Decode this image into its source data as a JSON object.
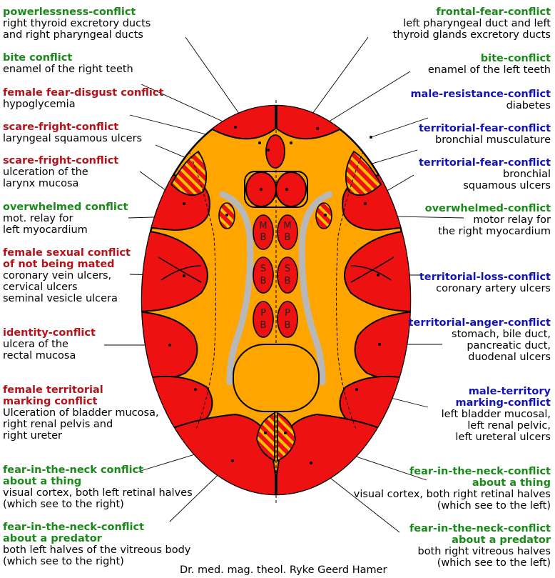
{
  "colors": {
    "red": "#ee1111",
    "orange": "#ffa500",
    "heading_red": "#b5121b",
    "heading_green": "#1a8a1a",
    "heading_blue": "#1414b4",
    "gray_bands": "#b8b8b8"
  },
  "cell_labels": {
    "mb": [
      "M",
      "B"
    ],
    "sb": [
      "S",
      "B"
    ],
    "pb": [
      "P",
      "B"
    ]
  },
  "left_labels": [
    {
      "heading": "powerlessness-conflict",
      "lines": [
        "right thyroid excretory ducts",
        "and right pharyngeal ducts"
      ],
      "color": "green"
    },
    {
      "heading": "bite conflict",
      "lines": [
        "enamel of the right teeth"
      ],
      "color": "green"
    },
    {
      "heading": "female fear-disgust conflict",
      "lines": [
        "hypoglycemia"
      ],
      "color": "red"
    },
    {
      "heading": "scare-fright-conflict",
      "lines": [
        "laryngeal squamous ulcers"
      ],
      "color": "red"
    },
    {
      "heading": "scare-fright-conflict",
      "lines": [
        "ulceration of the",
        "larynx mucosa"
      ],
      "color": "red"
    },
    {
      "heading": "overwhelmed conflict",
      "lines": [
        "mot. relay for",
        "left myocardium"
      ],
      "color": "green"
    },
    {
      "heading": "female sexual conflict\nof not being mated",
      "lines": [
        "coronary vein ulcers,",
        "cervical ulcers",
        "seminal vesicle ulcera"
      ],
      "color": "red"
    },
    {
      "heading": "identity-conflict",
      "lines": [
        "ulcera of the",
        "rectal mucosa"
      ],
      "color": "red"
    },
    {
      "heading": "female territorial\nmarking conflict",
      "lines": [
        "Ulceration of bladder mucosa,",
        "right renal pelvis and",
        "right ureter"
      ],
      "color": "red"
    },
    {
      "heading": "fear-in-the-neck conflict\nabout a thing",
      "lines": [
        "visual cortex, both left retinal halves",
        "(which see to the right)"
      ],
      "color": "green"
    },
    {
      "heading": "fear-in-the-neck-conflict\nabout a predator",
      "lines": [
        "both left halves of the vitreous body",
        "(which see to the right)"
      ],
      "color": "green"
    }
  ],
  "right_labels": [
    {
      "heading": "frontal-fear-conflict",
      "lines": [
        "left pharyngeal duct and left",
        "thyroid glands excretory ducts"
      ],
      "color": "green"
    },
    {
      "heading": "bite-conflict",
      "lines": [
        "enamel of the left teeth"
      ],
      "color": "green"
    },
    {
      "heading": "male-resistance-conflict",
      "lines": [
        "diabetes"
      ],
      "color": "blue"
    },
    {
      "heading": "territorial-fear-conflict",
      "lines": [
        "bronchial musculature"
      ],
      "color": "blue"
    },
    {
      "heading": "territorial-fear-conflict",
      "lines": [
        "bronchial",
        "squamous ulcers"
      ],
      "color": "blue"
    },
    {
      "heading": "overwhelmed-conflict",
      "lines": [
        "motor relay for",
        "the right myocardium"
      ],
      "color": "green"
    },
    {
      "heading": "territorial-loss-conflict",
      "lines": [
        "coronary artery ulcers"
      ],
      "color": "blue"
    },
    {
      "heading": "territorial-anger-conflict",
      "lines": [
        "stomach, bile duct,",
        "pancreatic duct,",
        "duodenal ulcers"
      ],
      "color": "blue"
    },
    {
      "heading": "male-territory\nmarking-conflict",
      "lines": [
        "left bladder mucosal,",
        "left renal pelvic,",
        "left ureteral ulcers"
      ],
      "color": "blue"
    },
    {
      "heading": "fear-in-the-neck-conflict\nabout a thing",
      "lines": [
        "visual cortex, both right retinal halves",
        "(which see to the left)"
      ],
      "color": "green"
    },
    {
      "heading": "fear-in-the-neck-conflict\nabout a predator",
      "lines": [
        "both right vitreous halves",
        "(which see to the left)"
      ],
      "color": "green"
    }
  ],
  "caption": "Dr. med. mag. theol. Ryke Geerd Hamer"
}
